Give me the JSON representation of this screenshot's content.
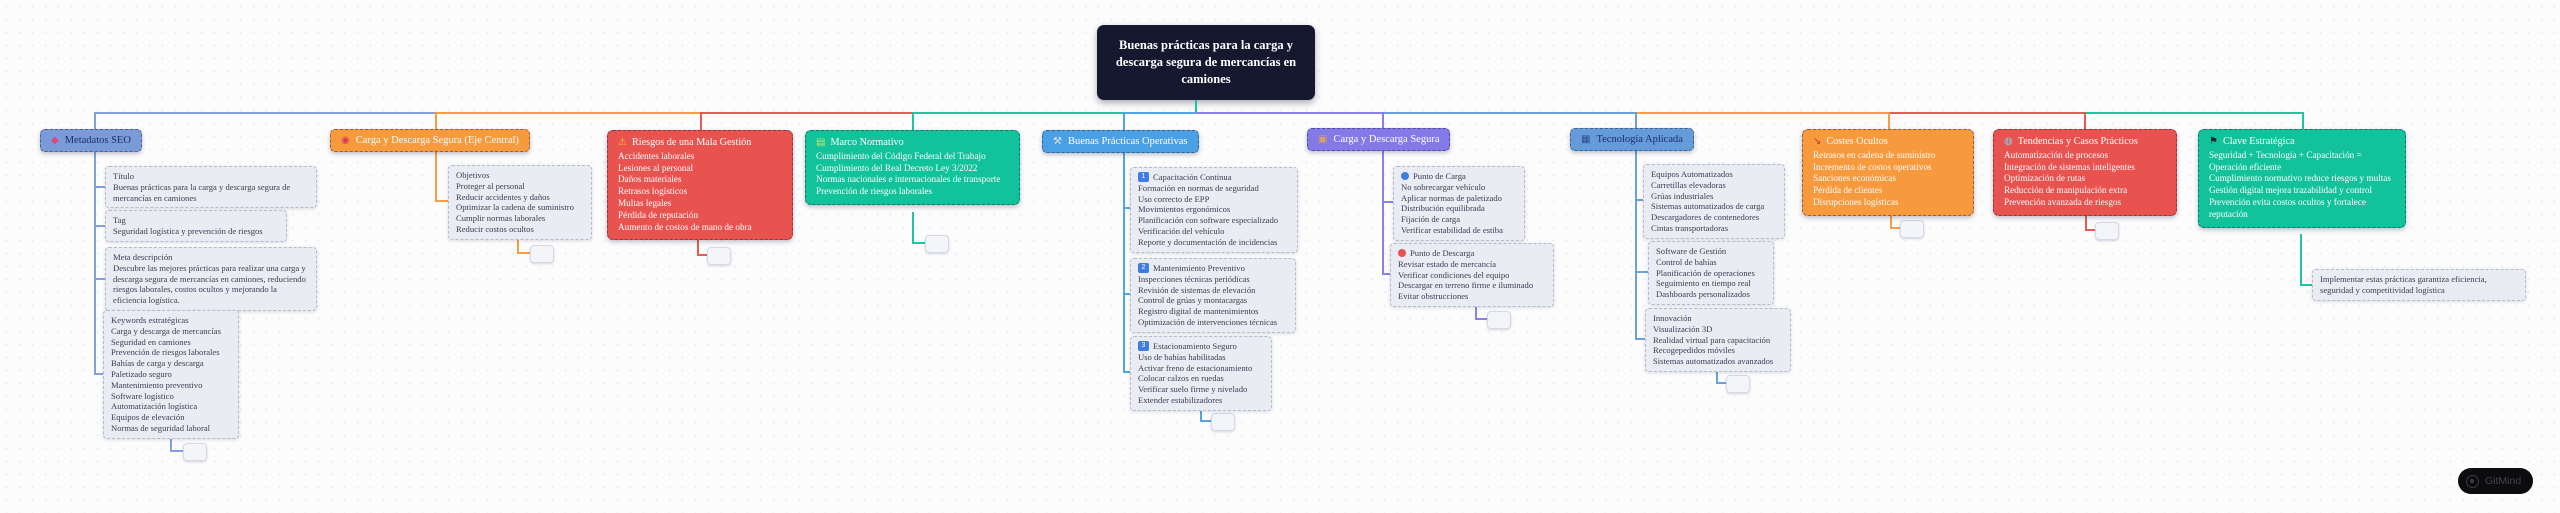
{
  "central": {
    "title": "Buenas prácticas para la carga y descarga segura de mercancías en camiones"
  },
  "watermark": {
    "label": "GitMind"
  },
  "branches": [
    {
      "label": "Metadatos SEO",
      "style": "pill",
      "color": "#7b9bd8",
      "text_color": "#1d2e6e",
      "icon": {
        "name": "pin-icon",
        "glyph": "◆",
        "color": "#e0457b"
      },
      "children": [
        {
          "lines": [
            "Título",
            "Buenas prácticas para la carga y descarga segura de mercancías en camiones"
          ]
        },
        {
          "lines": [
            "Tag",
            "Seguridad logística y prevención de riesgos"
          ]
        },
        {
          "lines": [
            "Meta descripción",
            "Descubre las mejores prácticas para realizar una carga y descarga segura de mercancías en camiones, reduciendo riesgos laborales, costos ocultos y mejorando la eficiencia logística."
          ]
        },
        {
          "lines": [
            "Keywords estratégicas",
            "Carga y descarga de mercancías",
            "Seguridad en camiones",
            "Prevención de riesgos laborales",
            "Bahías de carga y descarga",
            "Paletizado seguro",
            "Mantenimiento preventivo",
            "Software logístico",
            "Automatización logística",
            "Equipos de elevación",
            "Normas de seguridad laboral"
          ]
        }
      ]
    },
    {
      "label": "Carga y Descarga Segura (Eje Central)",
      "style": "pill",
      "color": "#f7993d",
      "text_color": "#ffffff",
      "icon": {
        "name": "target-icon",
        "glyph": "◉",
        "color": "#d63b5e"
      },
      "children": [
        {
          "lines": [
            "Objetivos",
            "Proteger al personal",
            "Reducir accidentes y daños",
            "Optimizar la cadena de suministro",
            "Cumplir normas laborales",
            "Reducir costos ocultos"
          ]
        }
      ]
    },
    {
      "label": "Riesgos de una Mala Gestión",
      "style": "box",
      "color": "#e8524f",
      "text_color": "#ffffff",
      "icon": {
        "name": "warning-icon",
        "glyph": "⚠",
        "color": "#f5c542"
      },
      "lines": [
        "Accidentes laborales",
        "Lesiones al personal",
        "Daños materiales",
        "Retrasos logísticos",
        "Multas legales",
        "Pérdida de reputación",
        "Aumento de costos de mano de obra"
      ]
    },
    {
      "label": "Marco Normativo",
      "style": "box",
      "color": "#12c29b",
      "text_color": "#ffffff",
      "icon": {
        "name": "books-icon",
        "glyph": "▤",
        "color": "#bfe86f"
      },
      "lines": [
        "Cumplimiento del Código Federal del Trabajo",
        "Cumplimiento del Real Decreto Ley 3/2022",
        "Normas nacionales e internacionales de transporte",
        "Prevención de riesgos laborales"
      ]
    },
    {
      "label": "Buenas Prácticas Operativas",
      "style": "pill",
      "color": "#4aa0e4",
      "text_color": "#ffffff",
      "icon": {
        "name": "tools-icon",
        "glyph": "⚒",
        "color": "#e8e3d8"
      },
      "children": [
        {
          "marker": {
            "type": "keycap",
            "text": "1"
          },
          "title": "Capacitación Continua",
          "lines": [
            "Formación en normas de seguridad",
            "Uso correcto de EPP",
            "Movimientos ergonómicos",
            "Planificación con software especializado",
            "Verificación del vehículo",
            "Reporte y documentación de incidencias"
          ]
        },
        {
          "marker": {
            "type": "keycap",
            "text": "2"
          },
          "title": "Mantenimiento Preventivo",
          "lines": [
            "Inspecciones técnicas periódicas",
            "Revisión de sistemas de elevación",
            "Control de grúas y montacargas",
            "Registro digital de mantenimientos",
            "Optimización de intervenciones técnicas"
          ]
        },
        {
          "marker": {
            "type": "keycap",
            "text": "3"
          },
          "title": "Estacionamiento Seguro",
          "lines": [
            "Uso de bahías habilitadas",
            "Activar freno de estacionamiento",
            "Colocar calzos en ruedas",
            "Verificar suelo firme y nivelado",
            "Extender estabilizadores"
          ]
        }
      ]
    },
    {
      "label": "Carga y Descarga Segura",
      "style": "pill",
      "color": "#837ae8",
      "text_color": "#ffffff",
      "icon": {
        "name": "package-icon",
        "glyph": "▣",
        "color": "#d8a35e"
      },
      "children": [
        {
          "marker": {
            "type": "dot",
            "color": "#3f7de0"
          },
          "title": "Punto de Carga",
          "lines": [
            "No sobrecargar vehículo",
            "Aplicar normas de paletizado",
            "Distribución equilibrada",
            "Fijación de carga",
            "Verificar estabilidad de estiba"
          ]
        },
        {
          "marker": {
            "type": "dot",
            "color": "#e8524f"
          },
          "title": "Punto de Descarga",
          "lines": [
            "Revisar estado de mercancía",
            "Verificar condiciones del equipo",
            "Descargar en terreno firme e iluminado",
            "Evitar obstrucciones"
          ]
        }
      ]
    },
    {
      "label": "Tecnología Aplicada",
      "style": "pill",
      "color": "#649bd8",
      "text_color": "#1d2e6e",
      "icon": {
        "name": "laptop-icon",
        "glyph": "▦",
        "color": "#2e4f8f"
      },
      "children": [
        {
          "lines": [
            "Equipos Automatizados",
            "Carretillas elevadoras",
            "Grúas industriales",
            "Sistemas automatizados de carga",
            "Descargadores de contenedores",
            "Cintas transportadoras"
          ]
        },
        {
          "lines": [
            "Software de Gestión",
            "Control de bahías",
            "Planificación de operaciones",
            "Seguimiento en tiempo real",
            "Dashboards personalizados"
          ]
        },
        {
          "lines": [
            "Innovación",
            "Visualización 3D",
            "Realidad virtual para capacitación",
            "Recogepedidos móviles",
            "Sistemas automatizados avanzados"
          ]
        }
      ]
    },
    {
      "label": "Costes Ocultos",
      "style": "box",
      "color": "#f7993d",
      "text_color": "#ffffff",
      "icon": {
        "name": "chart-down-icon",
        "glyph": "↘",
        "color": "#c0392b"
      },
      "lines": [
        "Retrasos en cadena de suministro",
        "Incremento de costos operativos",
        "Sanciones económicas",
        "Pérdida de clientes",
        "Disrupciones logísticas"
      ]
    },
    {
      "label": "Tendencias y Casos Prácticos",
      "style": "box",
      "color": "#e8524f",
      "text_color": "#ffffff",
      "icon": {
        "name": "globe-icon",
        "glyph": "◍",
        "color": "#7fd4f0"
      },
      "lines": [
        "Automatización de procesos",
        "Integración de sistemas inteligentes",
        "Optimización de rutas",
        "Reducción de manipulación extra",
        "Prevención avanzada de riesgos"
      ]
    },
    {
      "label": "Clave Estratégica",
      "style": "box",
      "color": "#12c29b",
      "text_color": "#ffffff",
      "icon": {
        "name": "flag-icon",
        "glyph": "⚑",
        "color": "#26262b"
      },
      "lines": [
        "Seguridad + Tecnología + Capacitación = Operación eficiente",
        "Cumplimiento normativo reduce riesgos y multas",
        "Gestión digital mejora trazabilidad y control",
        "Prevención evita costos ocultos y fortalece reputación"
      ],
      "children": [
        {
          "lines": [
            "Implementar estas prácticas garantiza eficiencia, seguridad y competitividad logística"
          ]
        }
      ]
    }
  ]
}
